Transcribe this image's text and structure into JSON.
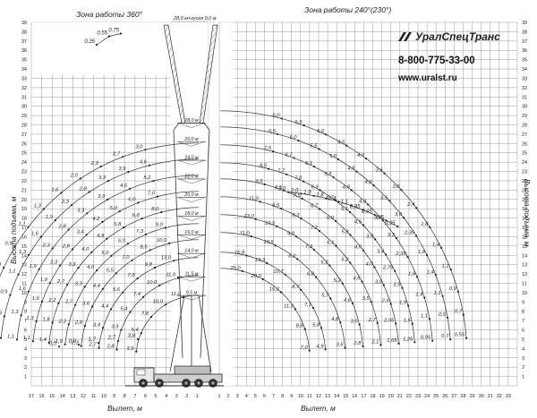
{
  "zones": {
    "left_title": "Зона работы 360°",
    "right_title": "Зона работы 240°(230°)"
  },
  "axes": {
    "y_label": "Высота подъема, м",
    "x_label": "Вылет, м",
    "y_ticks": [
      1,
      2,
      3,
      4,
      5,
      6,
      7,
      8,
      9,
      10,
      11,
      12,
      13,
      14,
      15,
      16,
      17,
      18,
      19,
      20,
      21,
      22,
      23,
      24,
      25,
      26,
      27,
      28,
      29,
      30,
      31,
      32,
      33,
      34,
      35,
      36,
      37,
      38,
      39
    ],
    "x_left_ticks": [
      17,
      16,
      15,
      14,
      13,
      12,
      11,
      10,
      9,
      8,
      7,
      6,
      5,
      4,
      3,
      2,
      1
    ],
    "x_right_ticks": [
      1,
      2,
      3,
      4,
      5,
      6,
      7,
      8,
      9,
      10,
      11,
      12,
      13,
      14,
      15,
      16,
      17,
      18,
      19,
      20,
      21,
      22,
      23,
      24,
      25,
      26,
      27,
      28,
      29,
      30,
      31,
      32,
      33
    ]
  },
  "boom": {
    "jib_label": "28,0 м+гусек 9,0 м",
    "section_lengths": [
      "28,0 м",
      "26,0 м",
      "24,0 м",
      "22,0 м",
      "20,0 м",
      "18,0 м",
      "16,0 м",
      "14,0 м",
      "11,5 м",
      "9,5 м"
    ]
  },
  "brand": {
    "name": "УралСпецТранс",
    "phone": "8-800-775-33-00",
    "url": "www.uralst.ru"
  },
  "chart_data": {
    "type": "diagram",
    "right_arcs": [
      {
        "boom": "9,5 м",
        "loads": [
          "25,0",
          "20,0",
          "15,2",
          "11,3",
          "8,8",
          "7,0"
        ]
      },
      {
        "boom": "11,5 м",
        "loads": [
          "16,8",
          "13,3",
          "10,7",
          "8,7",
          "7,1",
          "5,8",
          "4,9"
        ]
      },
      {
        "boom": "14,0 м",
        "loads": [
          "11,0",
          "10,5",
          "8,2",
          "6,8",
          "5,7",
          "4,8",
          "3,6"
        ]
      },
      {
        "boom": "16,0 м",
        "loads": [
          "13,0",
          "10,5",
          "9,0",
          "7,3",
          "6,1",
          "5,2",
          "4,6",
          "3,5",
          "2,8"
        ]
      },
      {
        "boom": "18,0 м",
        "loads": [
          "11,0",
          "9,5",
          "8,3",
          "7,2",
          "6,1",
          "5,2",
          "4,6",
          "3,5",
          "2,7",
          "2,1"
        ]
      },
      {
        "boom": "20,0 м",
        "loads": [
          "9,5",
          "8,5",
          "7,5",
          "6,7",
          "6,0",
          "5,3",
          "4,6",
          "4,0",
          "3,0",
          "2,6",
          "2,05",
          "1,65"
        ]
      },
      {
        "boom": "22,0 м",
        "loads": [
          "8,5",
          "7,7",
          "7,0",
          "6,3",
          "5,7",
          "5,1",
          "4,5",
          "3,9",
          "3,4",
          "2,75",
          "2,5",
          "1,9",
          "1,5",
          "1,25"
        ]
      },
      {
        "boom": "24,0 м",
        "loads": [
          "7,5",
          "6,7",
          "6,1",
          "5,5",
          "4,9",
          "4,3",
          "3,8",
          "3,3",
          "2,35",
          "1,8",
          "1,4",
          "1,1",
          "0,95"
        ]
      },
      {
        "boom": "26,0 м",
        "loads": [
          "6,5",
          "6,0",
          "5,5",
          "5,0",
          "4,5",
          "4,0",
          "3,5",
          "3,0",
          "2,35",
          "1,8",
          "1,4",
          "1,1",
          "0,9",
          "0,7"
        ]
      },
      {
        "boom": "28,0 м",
        "loads": [
          "6,0",
          "5,5",
          "5,0",
          "4,5",
          "4,0",
          "3,6",
          "3,0",
          "2,4",
          "1,8",
          "1,4",
          "1,1",
          "0,9",
          "0,7",
          "0,55"
        ]
      },
      {
        "boom": "28,0 м+гусек 9,0 м",
        "loads": [
          "2,0",
          "2,0",
          "1,9",
          "1,8",
          "1,4",
          "1,1",
          "0,85",
          "0,65",
          "0,5",
          "0,35"
        ]
      }
    ],
    "left_arcs": [
      {
        "boom": "9,5 м",
        "loads": [
          "11,0",
          "10,0",
          "7,8",
          "5,4",
          "3,9"
        ]
      },
      {
        "boom": "11,5 м",
        "loads": [
          "11,0",
          "10,0",
          "7,4",
          "5,4",
          "3,9",
          "2,8"
        ]
      },
      {
        "boom": "14,0 м",
        "loads": [
          "13,0",
          "9,8",
          "7,5",
          "5,6",
          "4,4",
          "3,4",
          "2,7"
        ]
      },
      {
        "boom": "16,0 м",
        "loads": [
          "10,0",
          "8,5",
          "7,0",
          "5,5",
          "4,4",
          "3,6",
          "2,8",
          "2,3"
        ]
      },
      {
        "boom": "18,0 м",
        "loads": [
          "9,0",
          "7,3",
          "6,0",
          "5,0",
          "4,0",
          "3,3",
          "2,7",
          "2,3",
          "1,9"
        ]
      },
      {
        "boom": "20,0 м",
        "loads": [
          "8,0",
          "6,8",
          "5,8",
          "4,8",
          "4,0",
          "3,3",
          "2,7",
          "2,2",
          "1,8",
          "1,4"
        ]
      },
      {
        "boom": "22,0 м",
        "loads": [
          "7,0",
          "6,0",
          "5,0",
          "4,2",
          "3,4",
          "2,8",
          "2,3",
          "1,9",
          "1,6",
          "1,3",
          "1,1"
        ]
      },
      {
        "boom": "24,0 м",
        "loads": [
          "5,2",
          "4,6",
          "3,9",
          "3,3",
          "2,8",
          "2,3",
          "1,9",
          "1,6",
          "1,3",
          "1,1"
        ]
      },
      {
        "boom": "26,0 м",
        "loads": [
          "4,6",
          "3,9",
          "3,3",
          "2,8",
          "2,3",
          "1,9",
          "1,6",
          "1,3",
          "1,1",
          "0,9",
          "0,8",
          "0,6"
        ]
      },
      {
        "boom": "28,0 м",
        "loads": [
          "3,0",
          "2,7",
          "2,3",
          "2,0",
          "1,6",
          "1,3",
          "1,1",
          "0,9",
          "0,8",
          "0,7",
          "0,6",
          "0,5"
        ]
      },
      {
        "boom": "28,0 м+гусек 9,0 м",
        "loads": [
          "0,75",
          "0,55",
          "0,35"
        ]
      }
    ],
    "bottom_left_loads": [
      "0,5",
      "0,9",
      "1,7",
      "2,7",
      "3,8"
    ]
  }
}
